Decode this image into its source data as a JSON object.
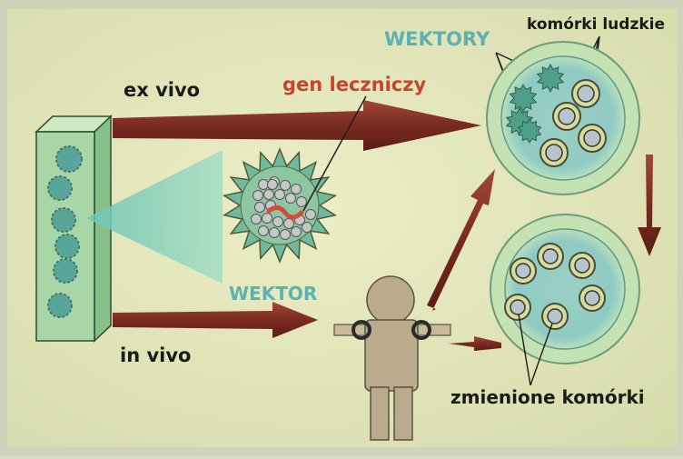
{
  "labels": {
    "ex_vivo": "ex vivo",
    "in_vivo": "in vivo",
    "gen_leczniczy": "gen leczniczy",
    "wektory": "WEKTORY",
    "komorki_ludzkie": "komórki ludzkie",
    "wektor": "WEKTOR",
    "zmienione_komorki": "zmienione komórki"
  },
  "colors": {
    "background": "#e3e5bd",
    "arrow": "#7a2a20",
    "gen_label": "#c8452c",
    "vector_label": "#5bb2b2",
    "plate": "#a9d6a6",
    "dish_outer": "#c5e2b4",
    "dish_inner": "#8fcac3",
    "cell": "#d6dd9a",
    "person": "#b9ab8c"
  }
}
